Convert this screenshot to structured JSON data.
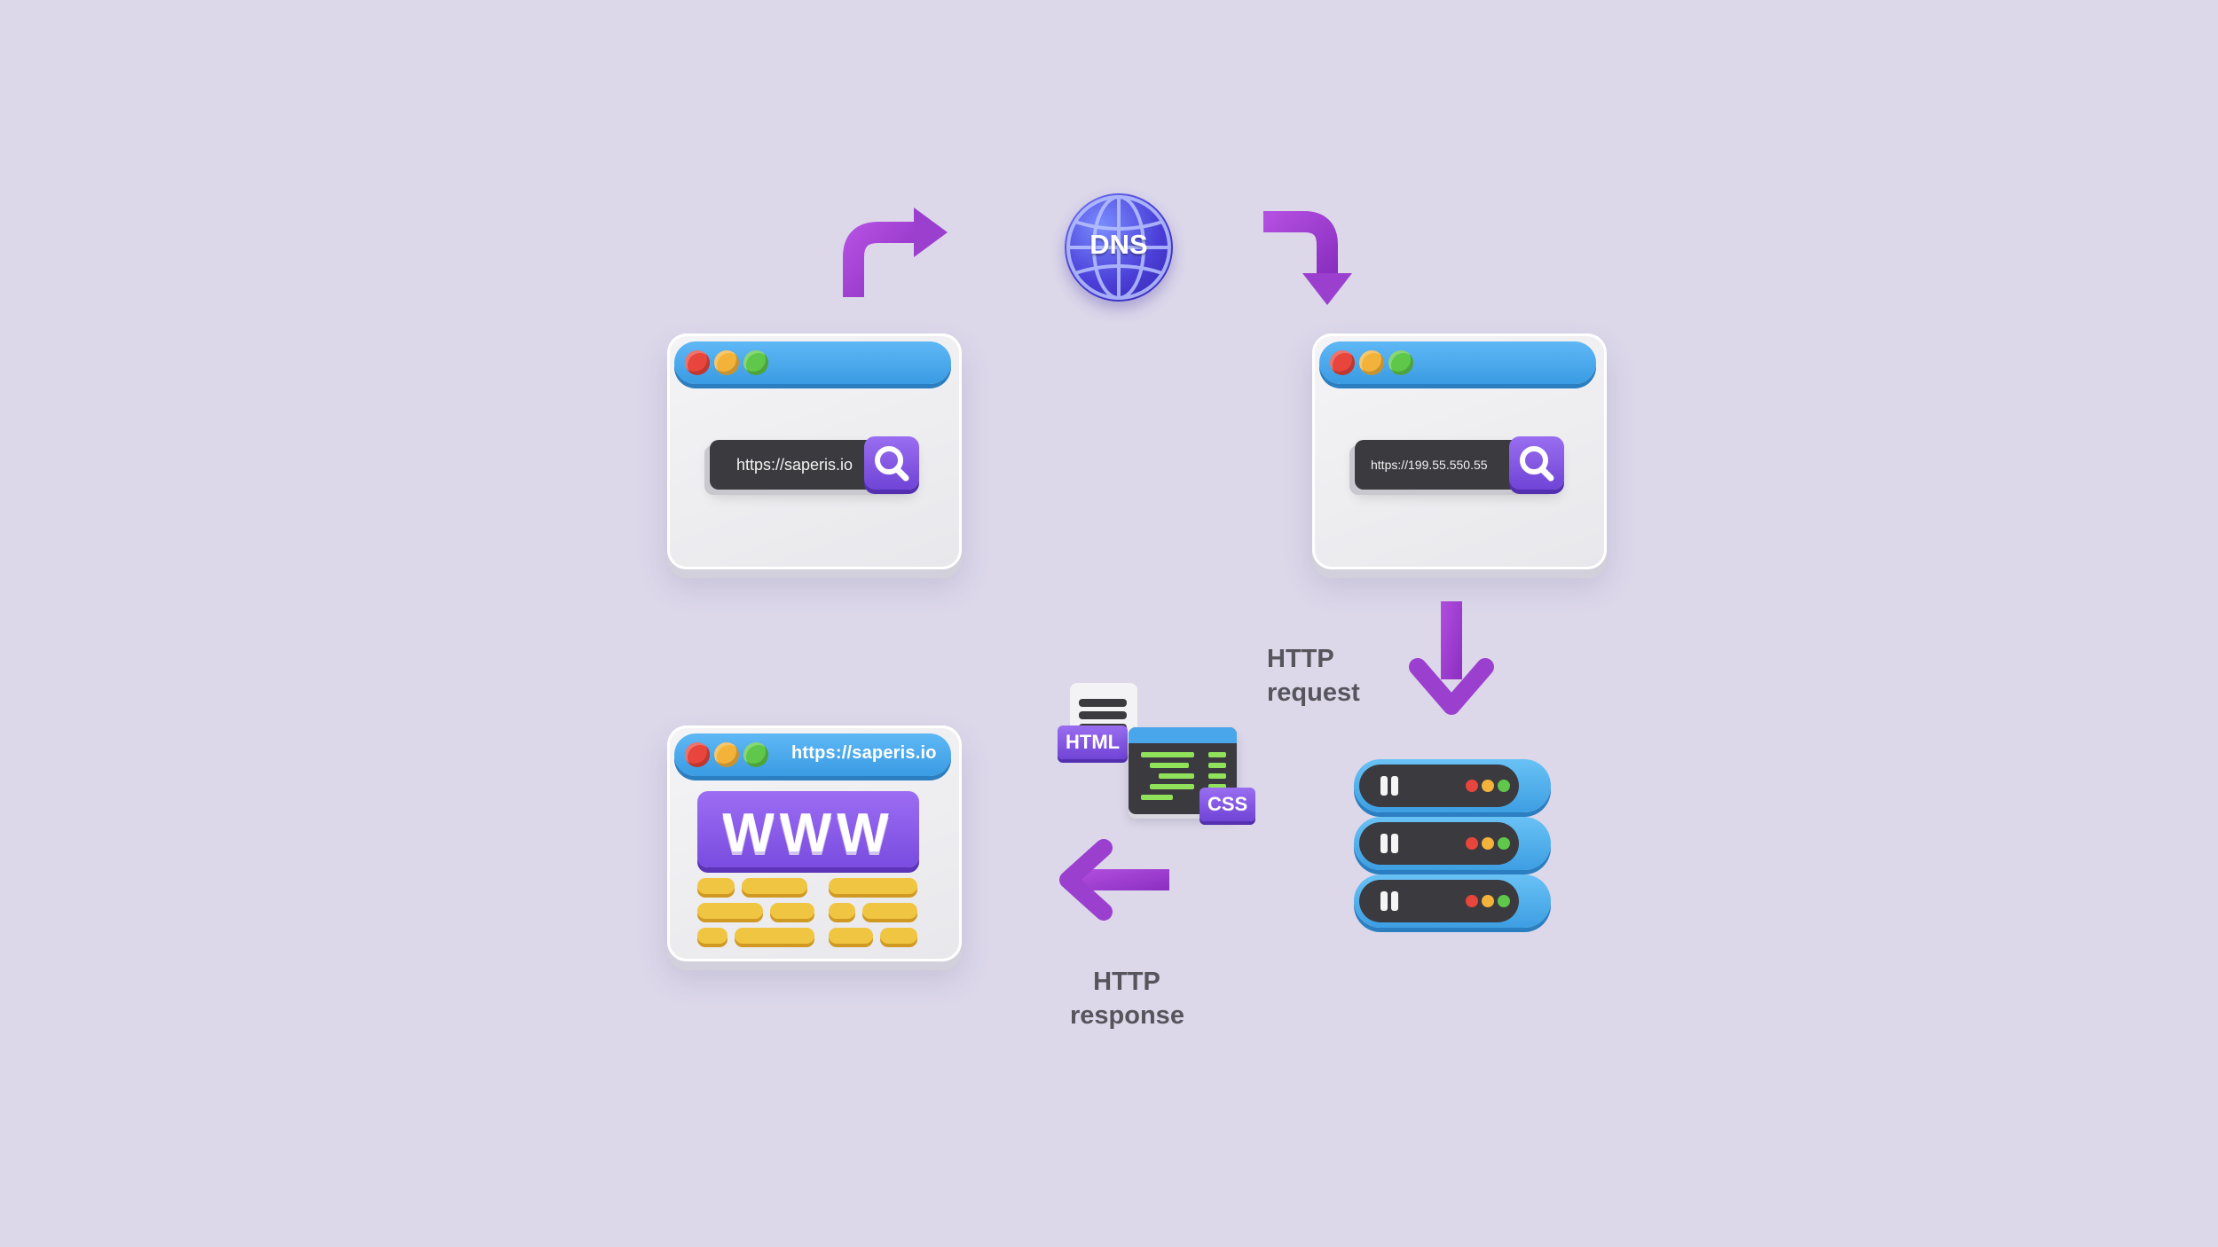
{
  "dns": {
    "label": "DNS"
  },
  "browser_request": {
    "url": "https://saperis.io"
  },
  "browser_ip": {
    "url": "https://199.55.550.55"
  },
  "browser_result": {
    "title_url": "https://saperis.io",
    "banner": "WWW"
  },
  "http_request": {
    "line1": "HTTP",
    "line2": "request"
  },
  "http_response": {
    "line1": "HTTP",
    "line2": "response"
  },
  "files": {
    "html_tag": "HTML",
    "css_tag": "CSS"
  },
  "colors": {
    "background": "#dcd8ea",
    "arrow": "#9b3fcf",
    "accent_purple": "#7a4ce0",
    "window_blue": "#3a9be3",
    "pill_yellow": "#f0c542"
  }
}
